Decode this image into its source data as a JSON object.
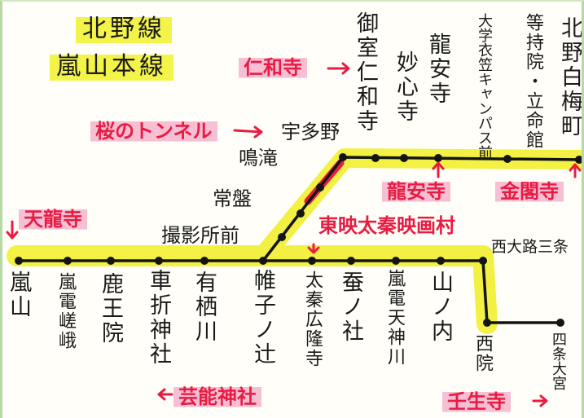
{
  "titles": {
    "kitano_line": "北野線",
    "arashiyama_line": "嵐山本線"
  },
  "stations": {
    "kitano_hakubaicho": "北野白梅町",
    "toji_in": "等持院・立命館",
    "kitano_sub": "大学衣笠キャンパス前",
    "ryoanji": "龍安寺",
    "myoshinji": "妙心寺",
    "omuro_ninnaji": "御室仁和寺",
    "utano": "宇多野",
    "narutaki": "鳴滝",
    "tokiwa": "常盤",
    "satsueisho_mae": "撮影所前",
    "arashiyama": "嵐山",
    "randen_saga": "嵐電嵯峨",
    "rokuoin": "鹿王院",
    "kurumazaki": "車折神社",
    "arisugawa": "有栖川",
    "katabiranotsuji": "帷子ノ辻",
    "uzumasa_koryuji": "太秦広隆寺",
    "kaikonoyashiro": "蚕ノ社",
    "randen_tenjingawa": "嵐電天神川",
    "yamanouchi": "山ノ内",
    "nishioji_sanjo": "西大路三条",
    "saiin": "西院",
    "shijo_omiya": "四条大宮"
  },
  "landmarks": {
    "ninnaji": "仁和寺",
    "sakura_tunnel": "桜のトンネル",
    "tenryuji": "天龍寺",
    "ryoanji": "龍安寺",
    "kinkakuji": "金閣寺",
    "toei": "東映太秦映画村",
    "geino": "芸能神社",
    "mibudera": "壬生寺"
  },
  "colors": {
    "track": "#141414",
    "highlight": "#f2f03a",
    "landmark_text": "#e81c43",
    "landmark_bg": "#f7bfd4",
    "arrow": "#e81c43",
    "sakura_segment": "#e81c43"
  },
  "icons": {
    "station": "station-dot-icon",
    "arrow": "arrow-icon"
  }
}
